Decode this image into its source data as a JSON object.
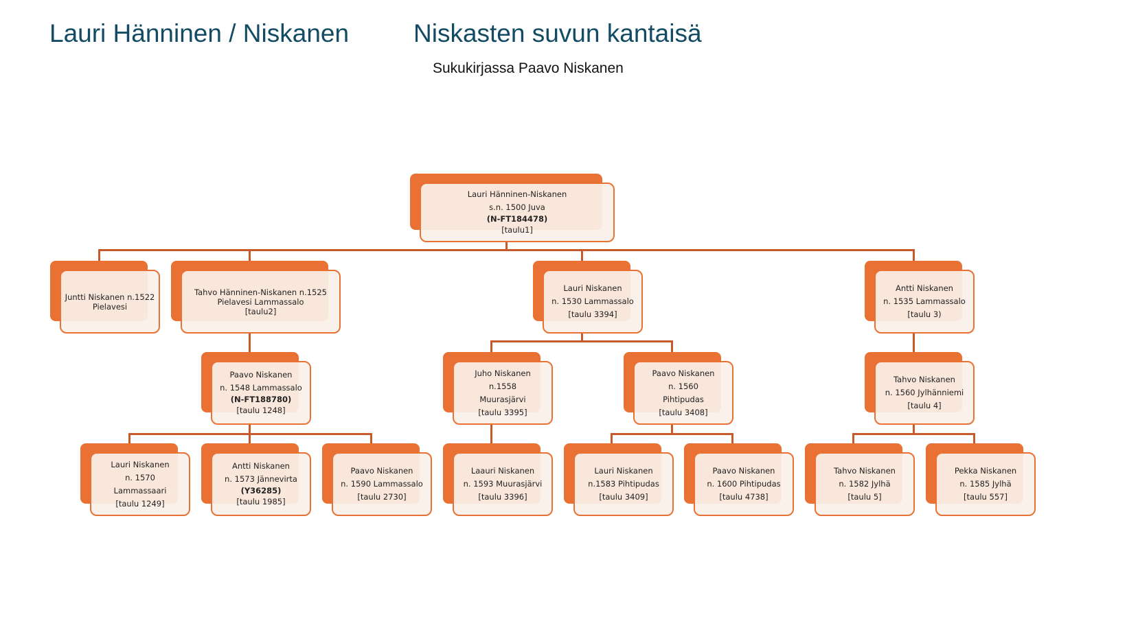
{
  "header": {
    "title_left": "Lauri Hänninen / Niskanen",
    "title_right": "Niskasten suvun kantaisä",
    "subtitle": "Sukukirjassa Paavo Niskanen"
  },
  "colors": {
    "node": "#e87133",
    "node_fill": "#fbf0ea",
    "connector": "#c65a2a",
    "title": "#124b63"
  },
  "nodes": [
    {
      "key": "root",
      "lines": [
        {
          "t": "Lauri Hänninen-Niskanen"
        },
        {
          "t": "s.n. 1500 Juva"
        },
        {
          "t": "(N-FT184478)",
          "b": true
        },
        {
          "t": "[taulu1]"
        }
      ]
    },
    {
      "key": "juntti",
      "lines": [
        {
          "t": "Juntti Niskanen n.1522"
        },
        {
          "t": "Pielavesi"
        }
      ]
    },
    {
      "key": "tahvo1525",
      "lines": [
        {
          "t": "Tahvo Hänninen-Niskanen n.1525"
        },
        {
          "t": "Pielavesi Lammassalo"
        },
        {
          "t": "[taulu2]"
        }
      ]
    },
    {
      "key": "lauri1530",
      "lines": [
        {
          "t": "Lauri Niskanen"
        },
        {
          "t": "n. 1530 Lammassalo"
        },
        {
          "t": "[taulu 3394]"
        }
      ]
    },
    {
      "key": "antti1535",
      "lines": [
        {
          "t": "Antti Niskanen"
        },
        {
          "t": "n. 1535 Lammassalo"
        },
        {
          "t": "[taulu 3)"
        }
      ]
    },
    {
      "key": "paavo1548",
      "lines": [
        {
          "t": "Paavo Niskanen"
        },
        {
          "t": "n. 1548 Lammassalo"
        },
        {
          "t": "(N-FT188780)",
          "b": true
        },
        {
          "t": "[taulu 1248]"
        }
      ]
    },
    {
      "key": "juho1558",
      "lines": [
        {
          "t": "Juho Niskanen"
        },
        {
          "t": "n.1558"
        },
        {
          "t": "Muurasjärvi"
        },
        {
          "t": "[taulu 3395]"
        }
      ]
    },
    {
      "key": "paavo1560",
      "lines": [
        {
          "t": "Paavo Niskanen"
        },
        {
          "t": "n. 1560"
        },
        {
          "t": "Pihtipudas"
        },
        {
          "t": "[taulu 3408]"
        }
      ]
    },
    {
      "key": "tahvo1560",
      "lines": [
        {
          "t": "Tahvo Niskanen"
        },
        {
          "t": "n. 1560 Jylhänniemi"
        },
        {
          "t": "[taulu 4]"
        }
      ]
    },
    {
      "key": "lauri1570",
      "lines": [
        {
          "t": "Lauri Niskanen"
        },
        {
          "t": "n. 1570"
        },
        {
          "t": "Lammassaari"
        },
        {
          "t": "[taulu 1249]"
        }
      ]
    },
    {
      "key": "antti1573",
      "lines": [
        {
          "t": "Antti Niskanen"
        },
        {
          "t": "n. 1573 Jännevirta"
        },
        {
          "t": "(Y36285)",
          "b": true
        },
        {
          "t": "[taulu 1985]"
        }
      ]
    },
    {
      "key": "paavo1590",
      "lines": [
        {
          "t": "Paavo Niskanen"
        },
        {
          "t": "n. 1590 Lammassalo"
        },
        {
          "t": "[taulu 2730]"
        }
      ]
    },
    {
      "key": "laauri1593",
      "lines": [
        {
          "t": "Laauri Niskanen"
        },
        {
          "t": "n. 1593 Muurasjärvi"
        },
        {
          "t": "[taulu 3396]"
        }
      ]
    },
    {
      "key": "lauri1583",
      "lines": [
        {
          "t": "Lauri Niskanen"
        },
        {
          "t": "n.1583 Pihtipudas"
        },
        {
          "t": "[taulu 3409]"
        }
      ]
    },
    {
      "key": "paavo1600",
      "lines": [
        {
          "t": "Paavo Niskanen"
        },
        {
          "t": "n. 1600 Pihtipudas"
        },
        {
          "t": "[taulu 4738]"
        }
      ]
    },
    {
      "key": "tahvo1582",
      "lines": [
        {
          "t": "Tahvo Niskanen"
        },
        {
          "t": "n. 1582 Jylhä"
        },
        {
          "t": "[taulu 5]"
        }
      ]
    },
    {
      "key": "pekka1585",
      "lines": [
        {
          "t": "Pekka Niskanen"
        },
        {
          "t": "n. 1585 Jylhä"
        },
        {
          "t": "[taulu 557]"
        }
      ]
    }
  ]
}
